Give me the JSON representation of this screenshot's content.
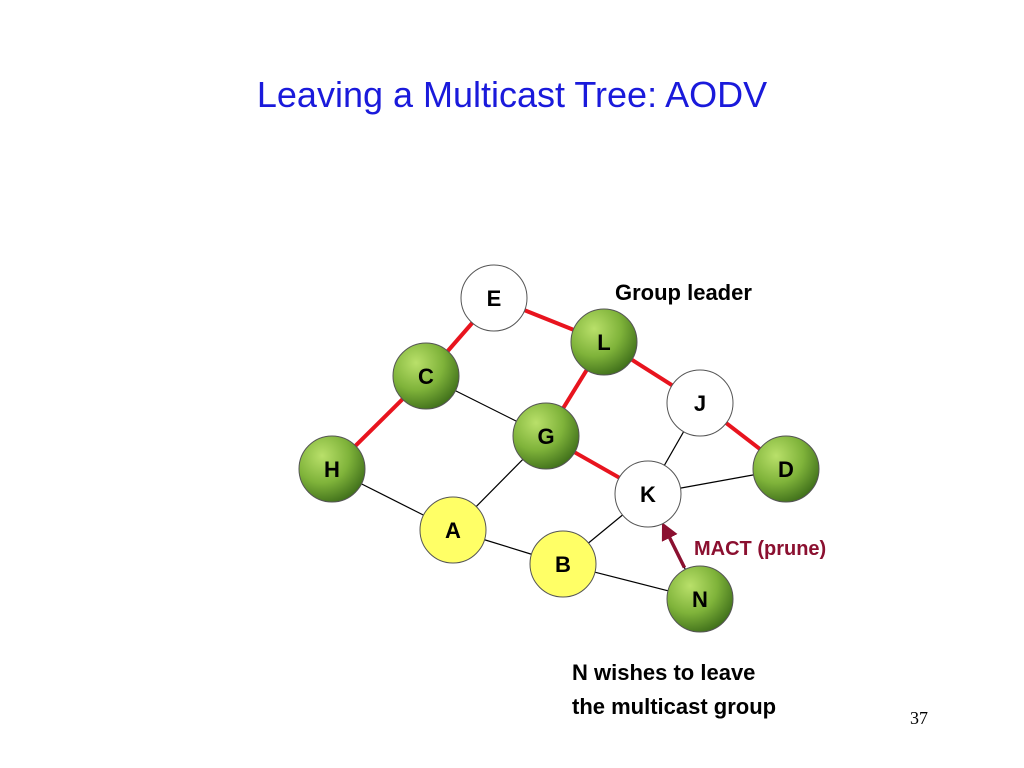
{
  "slide": {
    "title": "Leaving a Multicast Tree: AODV",
    "page_number": "37"
  },
  "diagram": {
    "nodes": [
      {
        "id": "E",
        "label": "E",
        "style": "white"
      },
      {
        "id": "L",
        "label": "L",
        "style": "green"
      },
      {
        "id": "C",
        "label": "C",
        "style": "green"
      },
      {
        "id": "J",
        "label": "J",
        "style": "white"
      },
      {
        "id": "G",
        "label": "G",
        "style": "green"
      },
      {
        "id": "H",
        "label": "H",
        "style": "green"
      },
      {
        "id": "D",
        "label": "D",
        "style": "green"
      },
      {
        "id": "K",
        "label": "K",
        "style": "white"
      },
      {
        "id": "A",
        "label": "A",
        "style": "yellow"
      },
      {
        "id": "B",
        "label": "B",
        "style": "yellow"
      },
      {
        "id": "N",
        "label": "N",
        "style": "green"
      }
    ],
    "tree_links": [
      [
        "E",
        "L"
      ],
      [
        "E",
        "C"
      ],
      [
        "C",
        "H"
      ],
      [
        "L",
        "J"
      ],
      [
        "L",
        "G"
      ],
      [
        "G",
        "K"
      ],
      [
        "J",
        "D"
      ]
    ],
    "other_links": [
      [
        "C",
        "G"
      ],
      [
        "H",
        "A"
      ],
      [
        "A",
        "G"
      ],
      [
        "A",
        "B"
      ],
      [
        "B",
        "K"
      ],
      [
        "B",
        "N"
      ],
      [
        "J",
        "K"
      ],
      [
        "K",
        "D"
      ],
      [
        "K",
        "N"
      ]
    ],
    "message": {
      "from": "N",
      "to": "K",
      "label": "MACT (prune)"
    },
    "annotations": {
      "group_leader": "Group leader",
      "note_line1": "N wishes to leave",
      "note_line2": "the multicast group"
    },
    "colors": {
      "tree_link": "#e8141e",
      "other_link": "#000000",
      "message_arrow": "#8b1030",
      "title": "#1a1adb",
      "green_light": "#a8d45a",
      "green_dark": "#3f6f1a",
      "yellow": "#ffff66"
    }
  }
}
